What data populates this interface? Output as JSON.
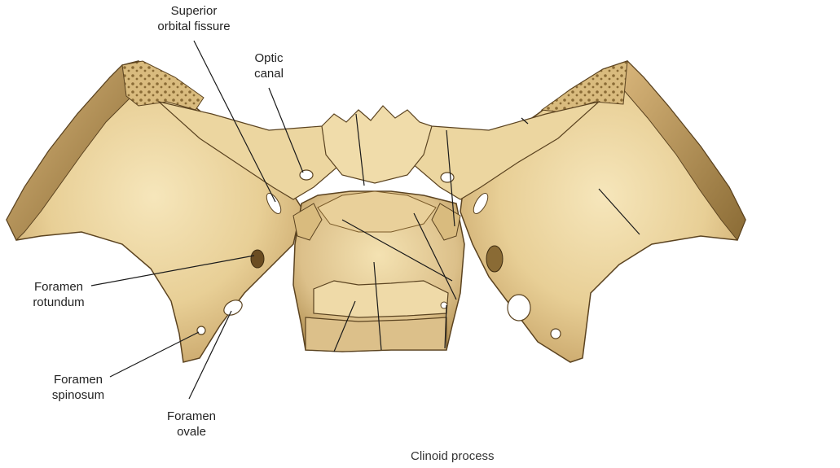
{
  "diagram": {
    "colors": {
      "bone_light": "#f2dfae",
      "bone_mid": "#e2c68a",
      "bone_dark": "#b8975a",
      "bone_shadow": "#8a6b35",
      "outline": "#5b4320",
      "leader": "#1a1a1a",
      "background": "#ffffff"
    },
    "labels": {
      "superior_orbital_fissure": {
        "line1": "Superior",
        "line2": "orbital fissure"
      },
      "optic_canal": {
        "line1": "Optic",
        "line2": "canal"
      },
      "foramen_rotundum": {
        "line1": "Foramen",
        "line2": "rotundum"
      },
      "foramen_spinosum": {
        "line1": "Foramen",
        "line2": "spinosum"
      },
      "foramen_ovale": {
        "line1": "Foramen",
        "line2": "ovale"
      },
      "cut_off_bottom": "Clinoid process"
    }
  }
}
